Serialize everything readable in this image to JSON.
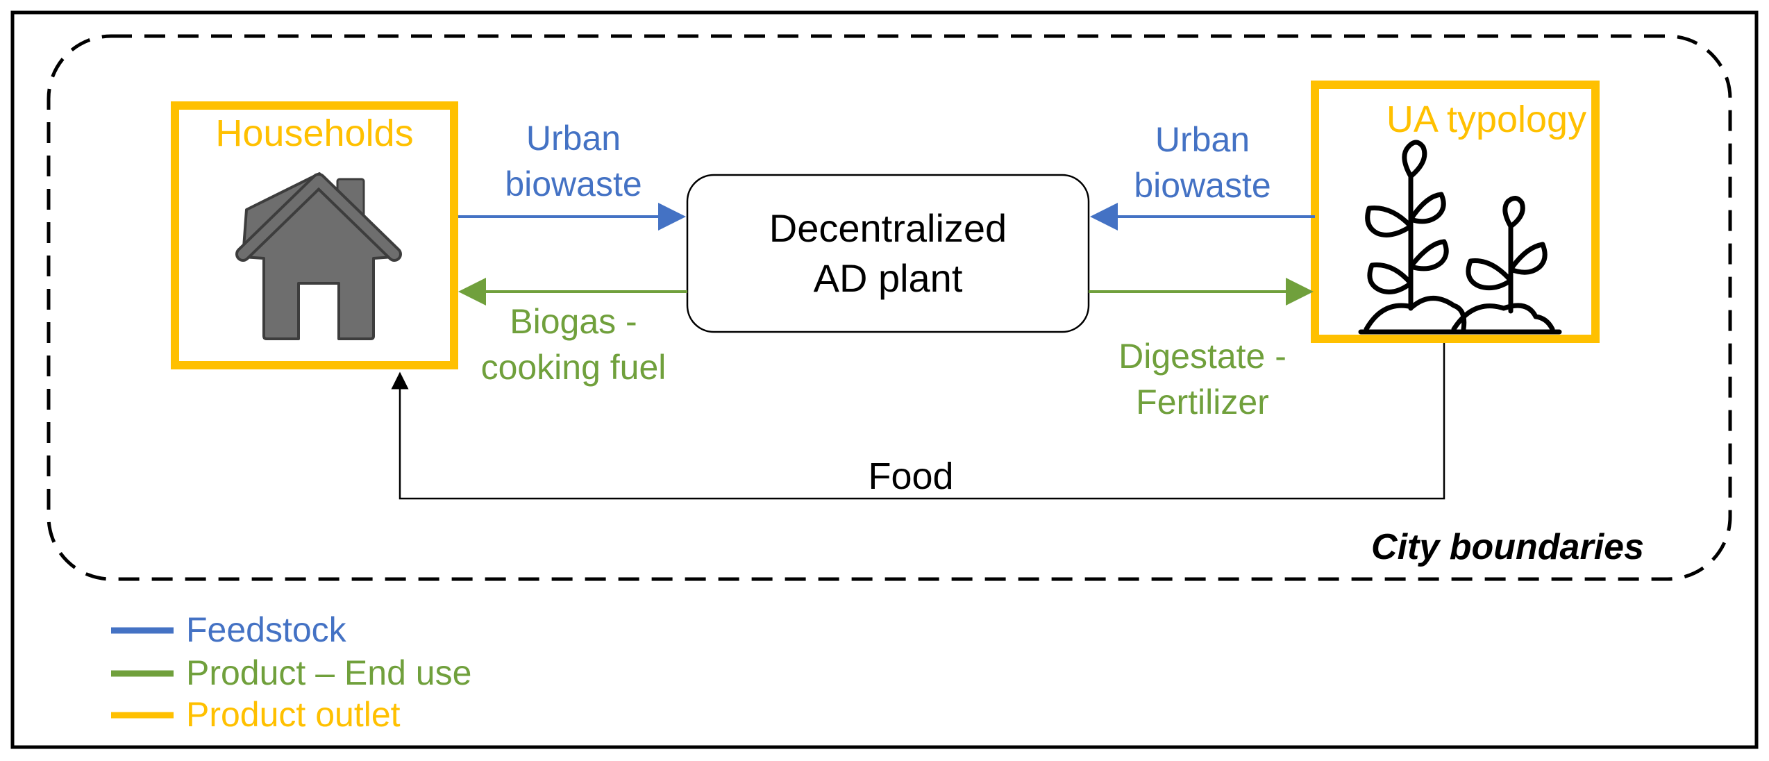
{
  "nodes": {
    "households": {
      "title": "Households"
    },
    "ad_plant": {
      "line1": "Decentralized",
      "line2": "AD plant"
    },
    "ua_typology": {
      "title": "UA typology"
    }
  },
  "flows": {
    "households_to_plant": {
      "line1": "Urban",
      "line2": "biowaste"
    },
    "ua_to_plant": {
      "line1": "Urban",
      "line2": "biowaste"
    },
    "plant_to_households": {
      "line1": "Biogas -",
      "line2": "cooking fuel"
    },
    "plant_to_ua": {
      "line1": "Digestate -",
      "line2": "Fertilizer"
    },
    "ua_to_households": {
      "label": "Food"
    }
  },
  "boundary": {
    "label": "City boundaries"
  },
  "legend": {
    "items": [
      {
        "label": "Feedstock",
        "color": "#4472C4"
      },
      {
        "label": "Product – End use",
        "color": "#70A03C"
      },
      {
        "label": "Product outlet",
        "color": "#FFC000"
      }
    ]
  },
  "colors": {
    "feedstock": "#4472C4",
    "product": "#70A03C",
    "outlet": "#FFC000",
    "icon": "#6E6E6E"
  }
}
